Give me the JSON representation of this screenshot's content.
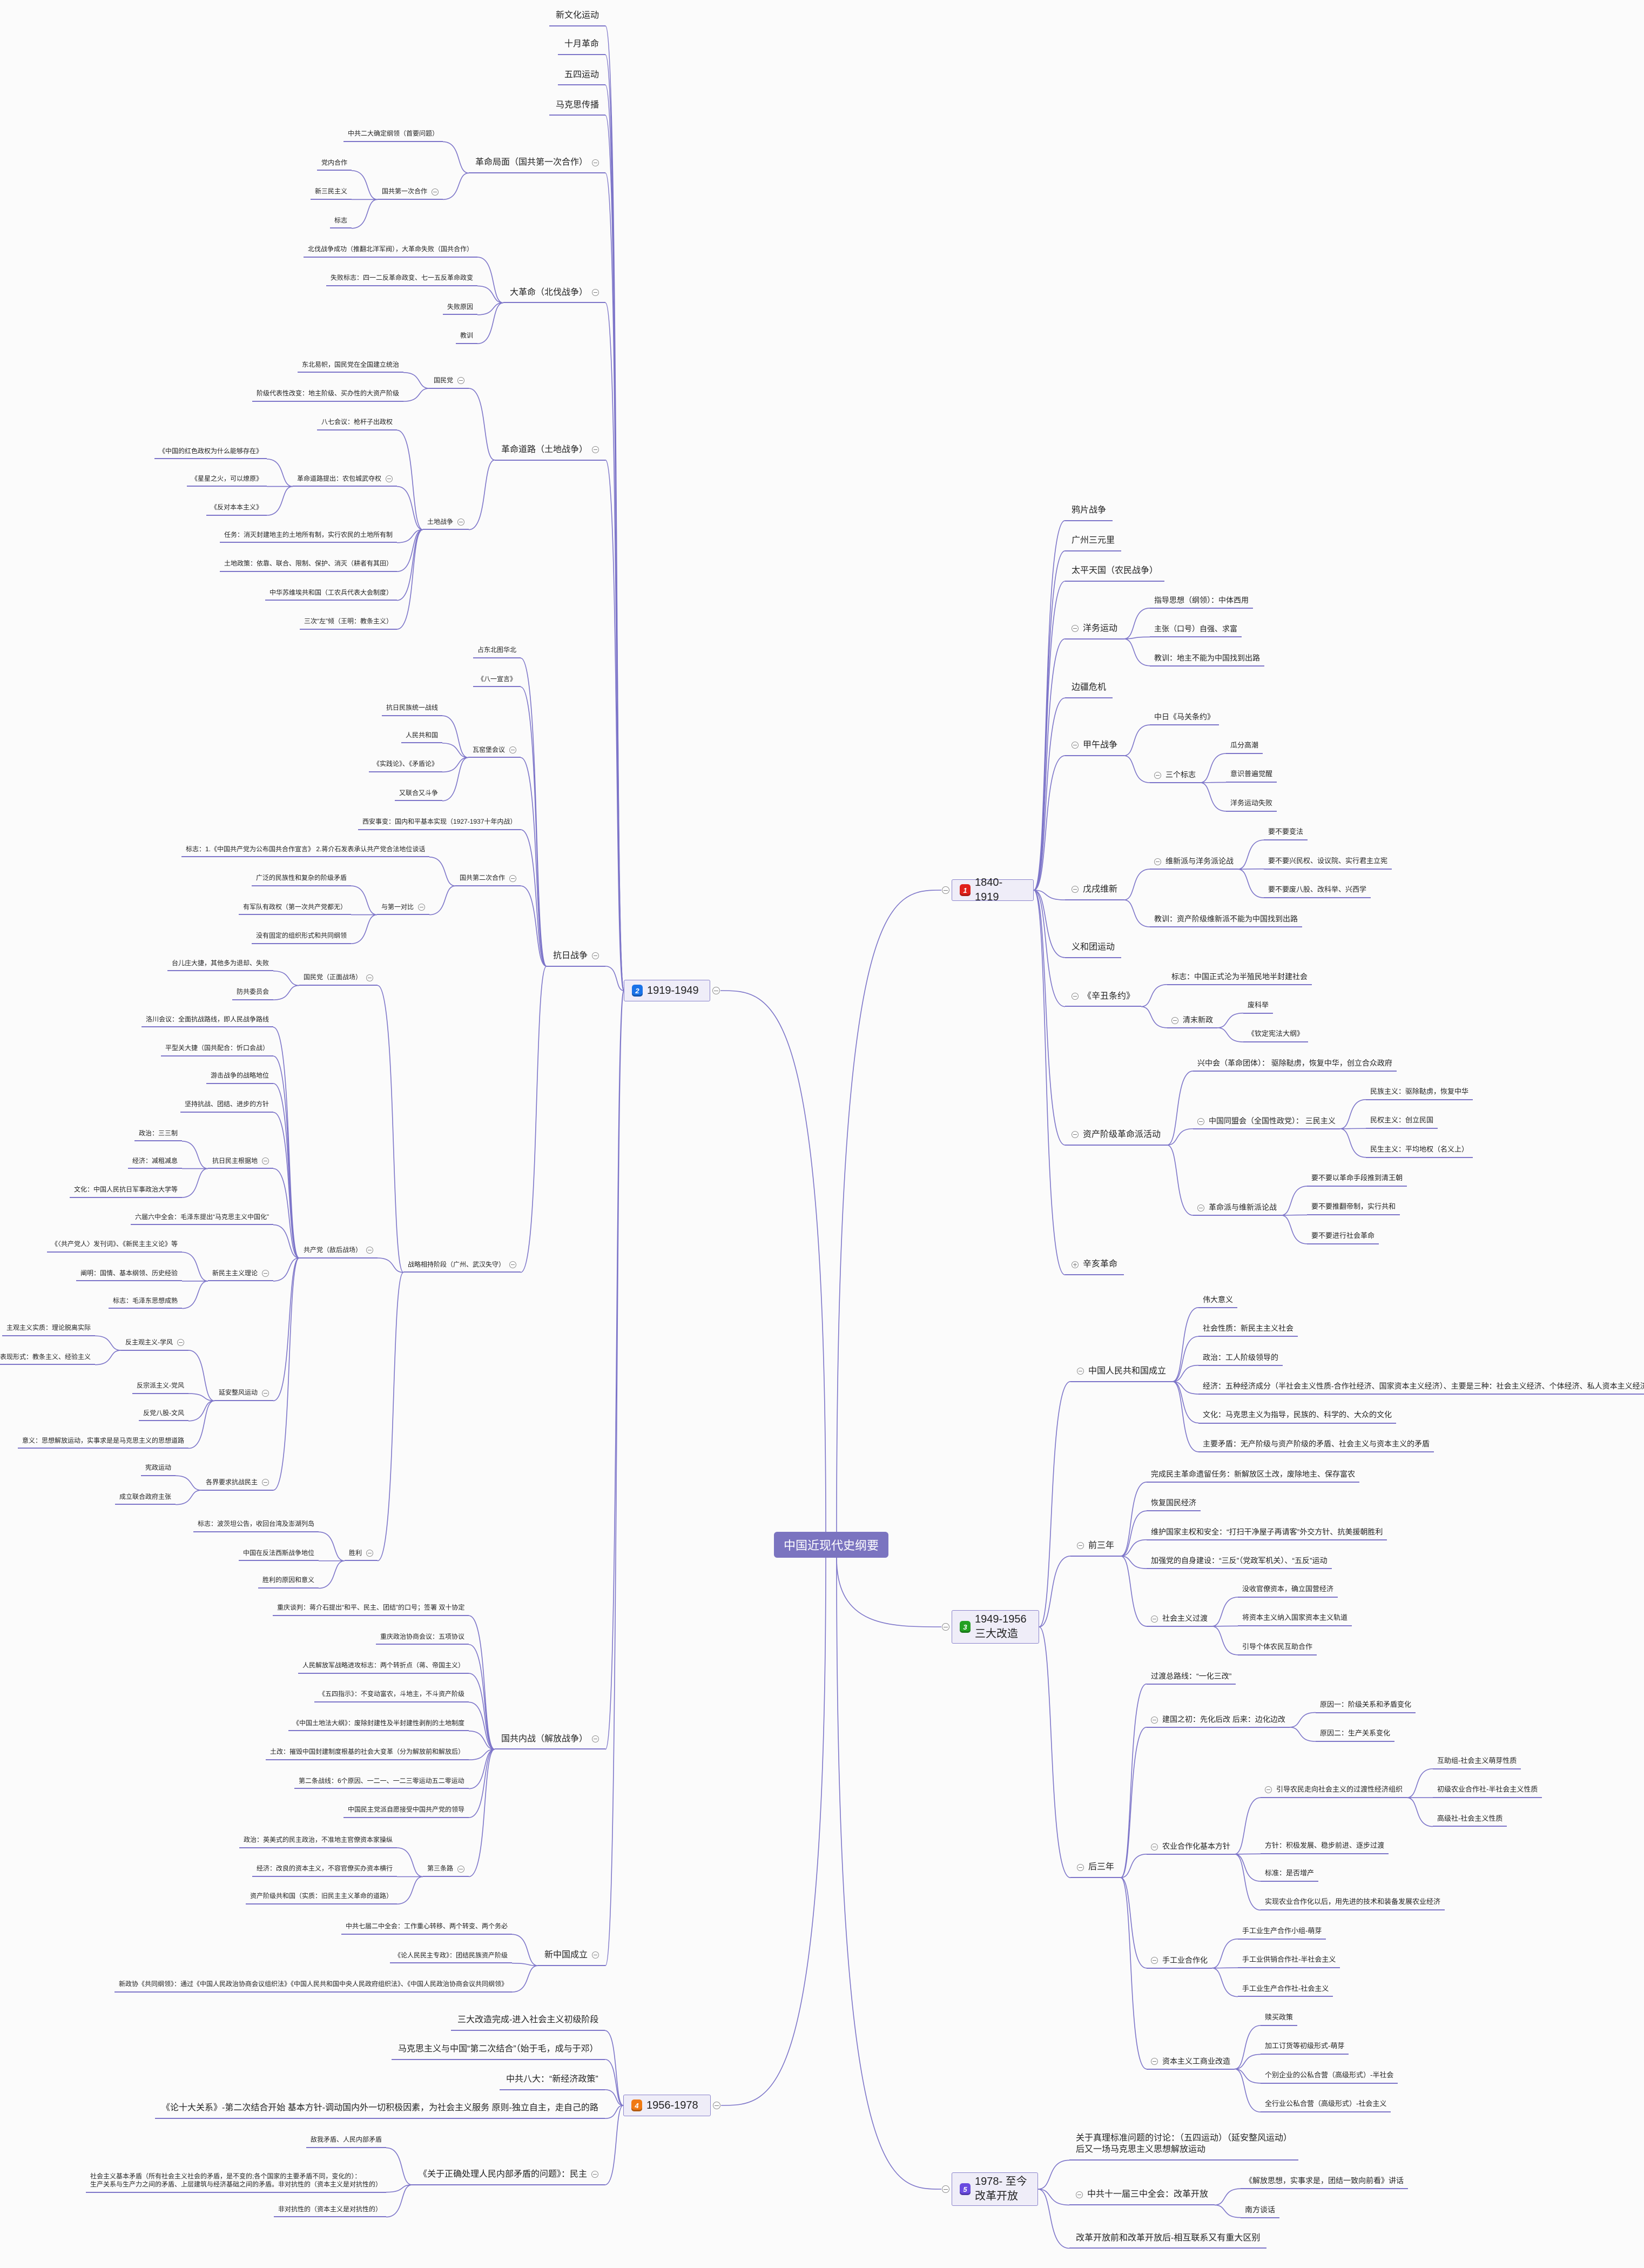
{
  "title": "中国近现代史纲要",
  "colors": {
    "line": "#7d75c9",
    "center": "#7b74c0",
    "box": "#efedf8",
    "badges": [
      "#e0201b",
      "#1a73e8",
      "#22a022",
      "#f07a14",
      "#6a4be0"
    ]
  },
  "branches": [
    {
      "badge": "1",
      "label": "1840-1919",
      "c": [
        {
          "t": "鸦片战争"
        },
        {
          "t": "广州三元里"
        },
        {
          "t": "太平天国（农民战争）"
        },
        {
          "t": "洋务运动",
          "c": [
            {
              "t": "指导思想（纲领）：中体西用"
            },
            {
              "t": "主张（口号）自强、求富"
            },
            {
              "t": "教训：地主不能为中国找到出路"
            }
          ]
        },
        {
          "t": "边疆危机"
        },
        {
          "t": "甲午战争",
          "c": [
            {
              "t": "中日《马关条约》"
            },
            {
              "t": "三个标志",
              "c": [
                {
                  "t": "瓜分高潮"
                },
                {
                  "t": "意识普遍觉醒"
                },
                {
                  "t": "洋务运动失败"
                }
              ]
            }
          ]
        },
        {
          "t": "戊戌维新",
          "c": [
            {
              "t": "维新派与洋务派论战",
              "c": [
                {
                  "t": "要不要变法"
                },
                {
                  "t": "要不要兴民权、设议院、实行君主立宪"
                },
                {
                  "t": "要不要废八股、改科举、兴西学"
                }
              ]
            },
            {
              "t": "教训：资产阶级维新派不能为中国找到出路"
            }
          ]
        },
        {
          "t": "义和团运动"
        },
        {
          "t": "《辛丑条约》",
          "c": [
            {
              "t": "标志：中国正式沦为半殖民地半封建社会"
            },
            {
              "t": "清末新政",
              "c": [
                {
                  "t": "废科举"
                },
                {
                  "t": "《钦定宪法大纲》"
                }
              ]
            }
          ]
        },
        {
          "t": "资产阶级革命派活动",
          "c": [
            {
              "t": "兴中会（革命团体）： 驱除鞑虏，恢复中华，创立合众政府"
            },
            {
              "t": "中国同盟会（全国性政党）： 三民主义",
              "c": [
                {
                  "t": "民族主义：驱除鞑虏，恢复中华"
                },
                {
                  "t": "民权主义：创立民国"
                },
                {
                  "t": "民生主义：平均地权（名义上）"
                }
              ]
            },
            {
              "t": "革命派与维新派论战",
              "c": [
                {
                  "t": "要不要以革命手段推到清王朝"
                },
                {
                  "t": "要不要推翻帝制，实行共和"
                },
                {
                  "t": "要不要进行社会革命"
                }
              ]
            }
          ]
        },
        {
          "t": "辛亥革命",
          "collapsed": true
        }
      ]
    },
    {
      "badge": "2",
      "label": "1919-1949",
      "c": [
        {
          "t": "新文化运动"
        },
        {
          "t": "十月革命"
        },
        {
          "t": "五四运动"
        },
        {
          "t": "马克思传播"
        },
        {
          "t": "革命局面（国共第一次合作）",
          "c": [
            {
              "t": "中共二大确定纲领（首要问题）"
            },
            {
              "t": "国共第一次合作",
              "c": [
                {
                  "t": "党内合作"
                },
                {
                  "t": "新三民主义"
                },
                {
                  "t": "标志"
                }
              ]
            }
          ]
        },
        {
          "t": "大革命（北伐战争）",
          "c": [
            {
              "t": "北伐战争成功（推翻北洋军阀），大革命失败（国共合作）"
            },
            {
              "t": "失败标志：四一二反革命政变、七一五反革命政变"
            },
            {
              "t": "失败原因"
            },
            {
              "t": "教训"
            }
          ]
        },
        {
          "t": "革命道路（土地战争）",
          "c": [
            {
              "t": "国民党",
              "c": [
                {
                  "t": "东北易帜，国民党在全国建立统治"
                },
                {
                  "t": "阶级代表性改变：地主阶级、买办性的大资产阶级"
                }
              ]
            },
            {
              "t": "土地战争",
              "c": [
                {
                  "t": "八七会议：枪杆子出政权"
                },
                {
                  "t": "革命道路提出：农包城武夺权",
                  "c": [
                    {
                      "t": "《中国的红色政权为什么能够存在》"
                    },
                    {
                      "t": "《星星之火，可以燎原》"
                    },
                    {
                      "t": "《反对本本主义》"
                    }
                  ]
                },
                {
                  "t": "任务：消灭封建地主的土地所有制，实行农民的土地所有制"
                },
                {
                  "t": "土地政策：依靠、联合、限制、保护、消灭（耕者有其田）"
                },
                {
                  "t": "中华苏维埃共和国（工农兵代表大会制度）"
                },
                {
                  "t": "三次“左”倾（王明：教条主义）"
                }
              ]
            }
          ]
        },
        {
          "t": "抗日战争",
          "c": [
            {
              "t": "占东北图华北"
            },
            {
              "t": "《八一宣言》"
            },
            {
              "t": "瓦窑堡会议",
              "c": [
                {
                  "t": "抗日民族统一战线"
                },
                {
                  "t": "人民共和国"
                },
                {
                  "t": "《实践论》、《矛盾论》"
                },
                {
                  "t": "又联合又斗争"
                }
              ]
            },
            {
              "t": "西安事变：国内和平基本实现（1927-1937十年内战）"
            },
            {
              "t": "国共第二次合作",
              "c": [
                {
                  "t": "标志：1.《中国共产党为公布国共合作宣言》 2.蒋介石发表承认共产党合法地位谈话"
                },
                {
                  "t": "与第一对比",
                  "c": [
                    {
                      "t": "广泛的民族性和复杂的阶级矛盾"
                    },
                    {
                      "t": "有军队有政权（第一次共产党都无）"
                    },
                    {
                      "t": "没有固定的组织形式和共同纲领"
                    }
                  ]
                }
              ]
            },
            {
              "t": "战略相持阶段（广州、武汉失守）",
              "c": [
                {
                  "t": "国民党（正面战场）",
                  "c": [
                    {
                      "t": "台儿庄大捷，其他多为退却、失败"
                    },
                    {
                      "t": "防共委员会"
                    }
                  ]
                },
                {
                  "t": "共产党（敌后战场）",
                  "c": [
                    {
                      "t": "洛川会议：全面抗战路线，即人民战争路线"
                    },
                    {
                      "t": "平型关大捷（国共配合：忻口会战）"
                    },
                    {
                      "t": "游击战争的战略地位"
                    },
                    {
                      "t": "坚持抗战、团结、进步的方针"
                    },
                    {
                      "t": "抗日民主根据地",
                      "c": [
                        {
                          "t": "政治：三三制"
                        },
                        {
                          "t": "经济：减租减息"
                        },
                        {
                          "t": "文化：中国人民抗日军事政治大学等"
                        }
                      ]
                    },
                    {
                      "t": "六届六中全会：毛泽东提出“马克思主义中国化”"
                    },
                    {
                      "t": "新民主主义理论",
                      "c": [
                        {
                          "t": "《〈共产党人〉发刊词》、《新民主主义论》等"
                        },
                        {
                          "t": "阐明：国情、基本纲领、历史经验"
                        },
                        {
                          "t": "标志：毛泽东思想成熟"
                        }
                      ]
                    },
                    {
                      "t": "延安整风运动",
                      "c": [
                        {
                          "t": "反主观主义-学风",
                          "c": [
                            {
                              "t": "主观主义实质：理论脱离实际"
                            },
                            {
                              "t": "主观主义表现形式：教条主义、经验主义"
                            }
                          ]
                        },
                        {
                          "t": "反宗派主义-党风"
                        },
                        {
                          "t": "反党八股-文风"
                        },
                        {
                          "t": "意义：思想解放运动，实事求是是马克思主义的思想道路"
                        }
                      ]
                    },
                    {
                      "t": "各界要求抗战民主",
                      "c": [
                        {
                          "t": "宪政运动"
                        },
                        {
                          "t": "成立联合政府主张"
                        }
                      ]
                    }
                  ]
                },
                {
                  "t": "胜利",
                  "c": [
                    {
                      "t": "标志：波茨坦公告，收回台湾及澎湖列岛"
                    },
                    {
                      "t": "中国在反法西斯战争地位"
                    },
                    {
                      "t": "胜利的原因和意义"
                    }
                  ]
                }
              ]
            }
          ]
        },
        {
          "t": "国共内战（解放战争）",
          "c": [
            {
              "t": "重庆谈判：蒋介石提出“和平、民主、团结”的口号；签署 双十协定"
            },
            {
              "t": "重庆政治协商会议：五项协议"
            },
            {
              "t": "人民解放军战略进攻标志：两个转折点（蒋、帝国主义）"
            },
            {
              "t": "《五四指示》：不变动富农，斗地主，不斗资产阶级"
            },
            {
              "t": "《中国土地法大纲》：废除封建性及半封建性剥削的土地制度"
            },
            {
              "t": "土改：摧毁中国封建制度根基的社会大变革（分为解放前和解放后）"
            },
            {
              "t": "第二条战线：6个原因、一二一、一二三零运动五二零运动"
            },
            {
              "t": "中国民主党派自愿接受中国共产党的领导"
            },
            {
              "t": "第三条路",
              "c": [
                {
                  "t": "政治：英美式的民主政治，不准地主官僚资本家操纵"
                },
                {
                  "t": "经济：改良的资本主义，不容官僚买办资本横行"
                },
                {
                  "t": "资产阶级共和国（实质：旧民主主义革命的道路）"
                }
              ]
            }
          ]
        },
        {
          "t": "新中国成立",
          "c": [
            {
              "t": "中共七届二中全会：工作重心转移、两个转变、两个务必"
            },
            {
              "t": "《论人民民主专政》：团结民族资产阶级"
            },
            {
              "t": "新政协《共同纲领》：通过《中国人民政治协商会议组织法》《中国人民共和国中央人民政府组织法》、《中国人民政治协商会议共同纲领》"
            }
          ]
        }
      ]
    },
    {
      "badge": "3",
      "label": "1949-1956",
      "sub": "三大改造",
      "c": [
        {
          "t": "中国人民共和国成立",
          "c": [
            {
              "t": "伟大意义"
            },
            {
              "t": "社会性质：新民主主义社会"
            },
            {
              "t": "政治：工人阶级领导的"
            },
            {
              "t": "经济：五种经济成分（半社会主义性质-合作社经济、国家资本主义经济）、主要是三种：社会主义经济、个体经济、私人资本主义经济"
            },
            {
              "t": "文化：马克思主义为指导，民族的、科学的、大众的文化"
            },
            {
              "t": "主要矛盾：无产阶级与资产阶级的矛盾、社会主义与资本主义的矛盾"
            }
          ]
        },
        {
          "t": "前三年",
          "c": [
            {
              "t": "完成民主革命遗留任务：新解放区土改，废除地主、保存富农"
            },
            {
              "t": "恢复国民经济"
            },
            {
              "t": "维护国家主权和安全：“打扫干净屋子再请客”外交方针、抗美援朝胜利"
            },
            {
              "t": "加强党的自身建设：“三反”（党政军机关）、“五反”运动"
            },
            {
              "t": "社会主义过渡",
              "c": [
                {
                  "t": "没收官僚资本，确立国营经济"
                },
                {
                  "t": "将资本主义纳入国家资本主义轨道"
                },
                {
                  "t": "引导个体农民互助合作"
                }
              ]
            }
          ]
        },
        {
          "t": "后三年",
          "c": [
            {
              "t": "过渡总路线：“一化三改”"
            },
            {
              "t": "建国之初：先化后改 后来：边化边改",
              "c": [
                {
                  "t": "原因一：阶级关系和矛盾变化"
                },
                {
                  "t": "原因二：生产关系变化"
                }
              ]
            },
            {
              "t": "农业合作化基本方针",
              "c": [
                {
                  "t": "引导农民走向社会主义的过渡性经济组织",
                  "c": [
                    {
                      "t": "互助组-社会主义萌芽性质"
                    },
                    {
                      "t": "初级农业合作社-半社会主义性质"
                    },
                    {
                      "t": "高级社-社会主义性质"
                    }
                  ]
                },
                {
                  "t": "方针：积极发展、稳步前进、逐步过渡"
                },
                {
                  "t": "标准：是否增产"
                },
                {
                  "t": "实现农业合作化以后，用先进的技术和装备发展农业经济"
                }
              ]
            },
            {
              "t": "手工业合作化",
              "c": [
                {
                  "t": "手工业生产合作小组-萌芽"
                },
                {
                  "t": "手工业供销合作社-半社会主义"
                },
                {
                  "t": "手工业生产合作社-社会主义"
                }
              ]
            },
            {
              "t": "资本主义工商业改造",
              "c": [
                {
                  "t": "赎买政策"
                },
                {
                  "t": "加工订货等初级形式-萌芽"
                },
                {
                  "t": "个别企业的公私合营（高级形式）-半社会"
                },
                {
                  "t": "全行业公私合营（高级形式）-社会主义"
                }
              ]
            }
          ]
        }
      ]
    },
    {
      "badge": "4",
      "label": "1956-1978",
      "c": [
        {
          "t": "三大改造完成-进入社会主义初级阶段"
        },
        {
          "t": "马克思主义与中国“第二次结合”（始于毛，成与于邓）"
        },
        {
          "t": "中共八大：“新经济政策”"
        },
        {
          "t": "《论十大关系》-第二次结合开始 基本方针-调动国内外一切积极因素，为社会主义服务 原则-独立自主，走自己的路"
        },
        {
          "t": "《关于正确处理人民内部矛盾的问题》：民主",
          "c": [
            {
              "t": "敌我矛盾、人民内部矛盾"
            },
            {
              "t": "社会主义基本矛盾（所有社会主义社会的矛盾，是不变的;各个国家的主要矛盾不同，变化的）：\n生产关系与生产力之间的矛盾、上层建筑与经济基础之间的矛盾。非对抗性的（资本主义是对抗性的）"
            },
            {
              "t": "非对抗性的（资本主义是对抗性的）"
            }
          ]
        }
      ]
    },
    {
      "badge": "5",
      "label": "1978- 至今",
      "sub": "改革开放",
      "c": [
        {
          "t": "关于真理标准问题的讨论：（五四运动）（延安整风运动）\n后又一场马克思主义思想解放运动"
        },
        {
          "t": "中共十一届三中全会：改革开放",
          "c": [
            {
              "t": "《解放思想，实事求是，团结一致向前看》讲话"
            },
            {
              "t": "南方谈话"
            }
          ]
        },
        {
          "t": "改革开放前和改革开放后-相互联系又有重大区别"
        }
      ]
    }
  ]
}
